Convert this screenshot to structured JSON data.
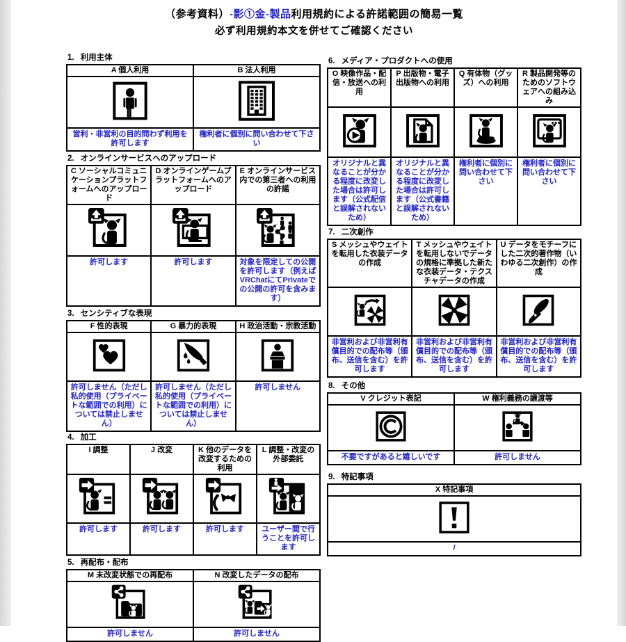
{
  "page": {
    "title_black_1": "（参考資料）",
    "title_blue": "-影①金-製品",
    "title_black_2": "利用規約による許諾範囲の簡易一覧",
    "subtitle": "必ず利用規約本文を併せてご確認ください",
    "accent_blue": "#2222cc"
  },
  "sections": [
    {
      "number": "1.",
      "title": "利用主体",
      "column": "left",
      "cells": [
        {
          "header": "A 個人利用",
          "icon": "person-icon",
          "result": "営利・非営利の目的問わず利用を許可します"
        },
        {
          "header": "B 法人利用",
          "icon": "building-icon",
          "result": "権利者に個別に問い合わせて下さい"
        }
      ]
    },
    {
      "number": "2.",
      "title": "オンラインサービスへのアップロード",
      "column": "left",
      "cells": [
        {
          "header": "C ソーシャルコミュニケーションプラットフォームへのアップロード",
          "icon": "social-upload-icon",
          "result": "許可します"
        },
        {
          "header": "D オンラインゲームプラットフォームへのアップロード",
          "icon": "game-upload-icon",
          "result": "許可します"
        },
        {
          "header": "E オンラインサービス内での第三者への利用の許諾",
          "icon": "third-party-share-icon",
          "result": "対象を限定しての公開を許可します（例えばVRChatにてPrivateでの公開の許可を含みます）"
        }
      ]
    },
    {
      "number": "3.",
      "title": "センシティブな表現",
      "column": "left",
      "cells": [
        {
          "header": "F 性的表現",
          "icon": "hearts-icon",
          "result": "許可しません（ただし私的使用（プライベートな範囲での利用）については禁止しません）"
        },
        {
          "header": "G 暴力的表現",
          "icon": "knife-icon",
          "result": "許可しません（ただし私的使用（プライベートな範囲での利用）については禁止しません）"
        },
        {
          "header": "H 政治活動・宗教活動",
          "icon": "podium-icon",
          "result": "許可しません"
        }
      ]
    },
    {
      "number": "4.",
      "title": "加工",
      "column": "left",
      "cells": [
        {
          "header": "I 調整",
          "icon": "adjust-icon",
          "result": "許可します"
        },
        {
          "header": "J 改変",
          "icon": "modify-icon",
          "result": "許可します"
        },
        {
          "header": "K 他のデータを改変するための利用",
          "icon": "modify-other-data-icon",
          "result": "許可します"
        },
        {
          "header": "L 調整・改変の外部委託",
          "icon": "outsource-icon",
          "result": "ユーザー間で行うことを許可します"
        }
      ]
    },
    {
      "number": "5.",
      "title": "再配布・配布",
      "column": "left",
      "cells": [
        {
          "header": "M 未改変状態での再配布",
          "icon": "redistribute-icon",
          "result": "許可しません"
        },
        {
          "header": "N 改変したデータの配布",
          "icon": "distribute-modified-icon",
          "result": "許可しません"
        }
      ]
    },
    {
      "number": "6.",
      "title": "メディア・プロダクトへの使用",
      "column": "right",
      "cells": [
        {
          "header": "O 映像作品・配信・放送への利用",
          "icon": "video-icon",
          "result": "オリジナルと異なることが分かる程度に改変した場合は許可します（公式配信と誤解されないため）"
        },
        {
          "header": "P 出版物・電子出版物への利用",
          "icon": "publication-icon",
          "result": "オリジナルと異なることが分かる程度に改変した場合は許可します（公式書籍と誤解されないため）"
        },
        {
          "header": "Q 有体物（グッズ）への利用",
          "icon": "goods-icon",
          "result": "権利者に個別に問い合わせて下さい"
        },
        {
          "header": "R 製品開発等のためのソフトウェアへの組み込み",
          "icon": "software-icon",
          "result": "権利者に個別に問い合わせて下さい"
        }
      ]
    },
    {
      "number": "7.",
      "title": "二次創作",
      "column": "right",
      "cells": [
        {
          "header": "S メッシュやウェイトを転用した衣装データの作成",
          "icon": "costume-reuse-icon",
          "result": "非営利および非営利有償目的での配布等（頒布、送信を含む）を許可します"
        },
        {
          "header": "T メッシュやウェイトを転用しないでデータの規格に準拠した新たな衣装データ・テクスチャデータの作成",
          "icon": "costume-new-icon",
          "result": "非営利および非営利有償目的での配布等（頒布、送信を含む）を許可します"
        },
        {
          "header": "U データをモチーフにした二次的著作物（いわゆる二次創作）の作成",
          "icon": "pen-icon",
          "result": "非営利および非営利有償目的での配布等（頒布、送信を含む）を許可します"
        }
      ]
    },
    {
      "number": "8.",
      "title": "その他",
      "column": "right",
      "cells": [
        {
          "header": "V クレジット表記",
          "icon": "copyright-icon",
          "result": "不要ですがあると嬉しいです"
        },
        {
          "header": "W 権利義務の譲渡等",
          "icon": "transfer-icon",
          "result": "許可しません"
        }
      ]
    },
    {
      "number": "9.",
      "title": "特記事項",
      "column": "right",
      "cells": [
        {
          "header": "X 特記事項",
          "icon": "exclamation-icon",
          "result": "/"
        }
      ]
    }
  ]
}
